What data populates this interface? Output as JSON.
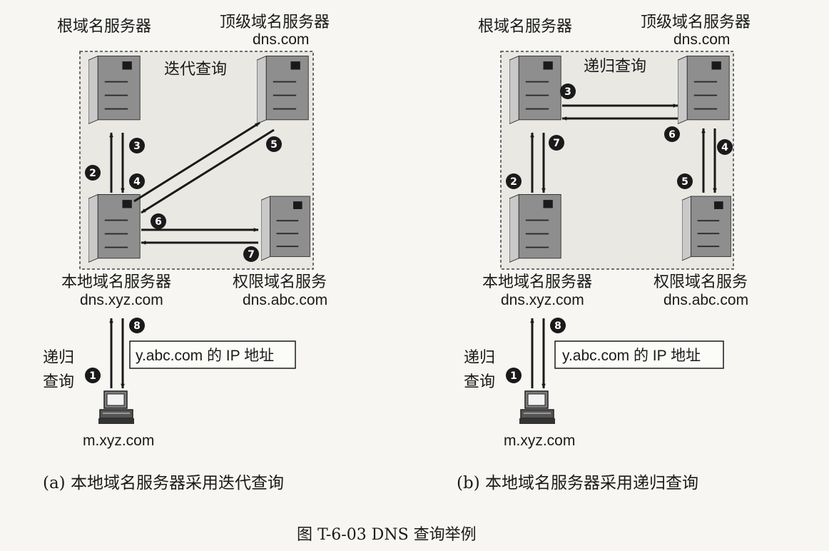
{
  "panels": [
    {
      "id": "a",
      "region_label": "迭代查询",
      "root_server": "根域名服务器",
      "tld_server": "顶级域名服务器",
      "tld_host": "dns.com",
      "local_server": "本地域名服务器",
      "local_host": "dns.xyz.com",
      "auth_server": "权限域名服务",
      "auth_host": "dns.abc.com",
      "client_query_label": [
        "递归",
        "查询"
      ],
      "client_host": "m.xyz.com",
      "answer_box": "y.abc.com 的 IP 地址",
      "steps": [
        "1",
        "2",
        "3",
        "4",
        "5",
        "6",
        "7",
        "8"
      ],
      "caption": "(a)  本地域名服务器采用迭代查询"
    },
    {
      "id": "b",
      "region_label": "递归查询",
      "root_server": "根域名服务器",
      "tld_server": "顶级域名服务器",
      "tld_host": "dns.com",
      "local_server": "本地域名服务器",
      "local_host": "dns.xyz.com",
      "auth_server": "权限域名服务",
      "auth_host": "dns.abc.com",
      "client_query_label": [
        "递归",
        "查询"
      ],
      "client_host": "m.xyz.com",
      "answer_box": "y.abc.com 的 IP 地址",
      "steps": [
        "1",
        "2",
        "3",
        "4",
        "5",
        "6",
        "7",
        "8"
      ],
      "caption": "(b)  本地域名服务器采用递归查询"
    }
  ],
  "figure_caption": "图 T-6-03    DNS 查询举例",
  "colors": {
    "ink": "#1a1a1a",
    "region_fill": "#e9e8e3",
    "server_body": "#8e8e8e",
    "server_side": "#c9c9c9"
  }
}
